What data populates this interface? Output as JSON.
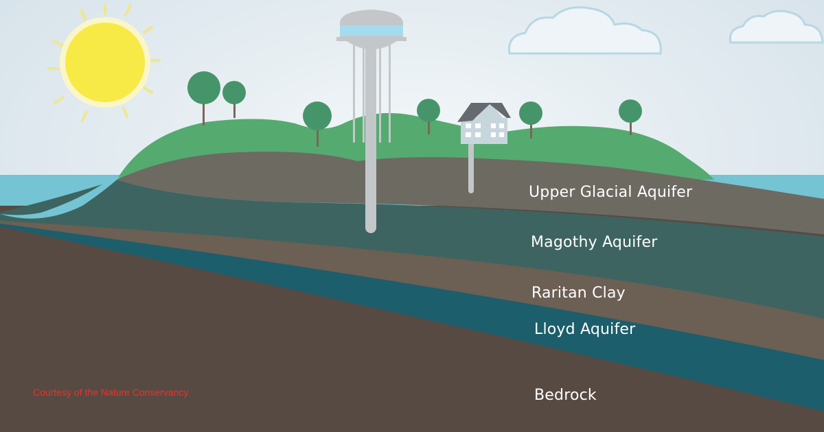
{
  "layers": {
    "upper_glacial": "Upper Glacial Aquifer",
    "magothy": "Magothy Aquifer",
    "raritan": "Raritan Clay",
    "lloyd": "Lloyd Aquifer",
    "bedrock": "Bedrock"
  },
  "credit": {
    "text": "Courtesy of the Nature Conservancy",
    "color": "#e8322a"
  },
  "colors": {
    "sky": "#dfe9ef",
    "sun": "#f7ea46",
    "sun_rays": "#efe78d",
    "water": "#74c4d3",
    "hills": "#55aa70",
    "upper_glacial": "#6d6a62",
    "magothy": "#3d6460",
    "raritan": "#6c5f53",
    "lloyd": "#1c5e6b",
    "bedrock": "#574a43",
    "tree": "#46956a",
    "trunk": "#7a6658",
    "tower": "#c3c7ca",
    "tank_band": "#a5dced",
    "house": "#c7d6dc",
    "roof": "#666a6e",
    "cloud": "#eef4f7",
    "cloud_outline": "#b7d7e3"
  },
  "icons": [
    "sun-icon",
    "cloud-icon",
    "tree-icon",
    "water-tower-icon",
    "house-icon",
    "well-pipe-icon"
  ]
}
